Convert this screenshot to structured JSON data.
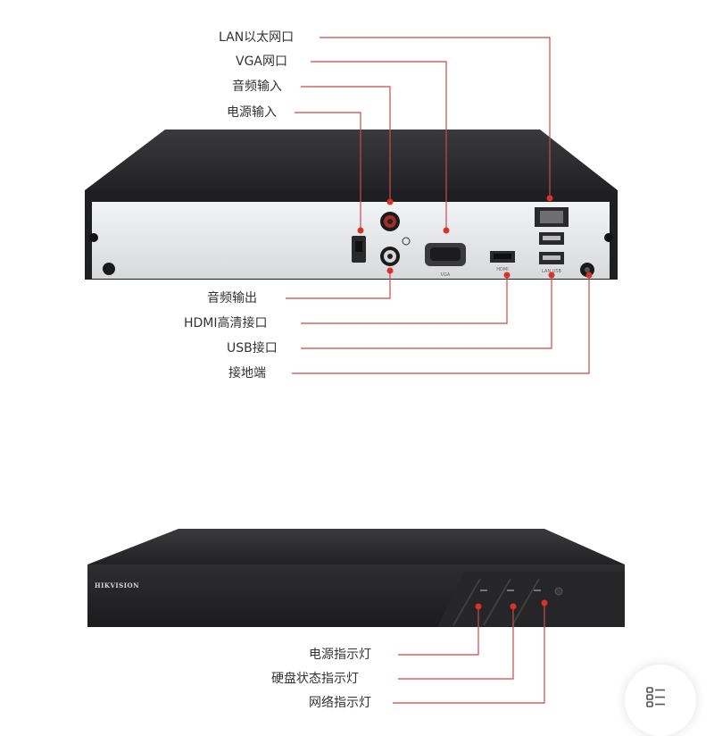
{
  "colors": {
    "leader_line": "#c84b4b",
    "marker": "#d9312b",
    "case_dark": "#2c2c2e",
    "panel_silver": "#e6e7e9",
    "label_text": "#333333"
  },
  "rear_panel": {
    "callouts_top": [
      "LAN以太网口",
      "VGA网口",
      "音频输入",
      "电源输入"
    ],
    "callouts_bottom": [
      "音频输出",
      "HDMI高清接口",
      "USB接口",
      "接地端"
    ]
  },
  "front_panel": {
    "brand": "HIKVISION",
    "callouts": [
      "电源指示灯",
      "硬盘状态指示灯",
      "网络指示灯"
    ]
  },
  "fab": {
    "icon": "menu-list-icon"
  }
}
